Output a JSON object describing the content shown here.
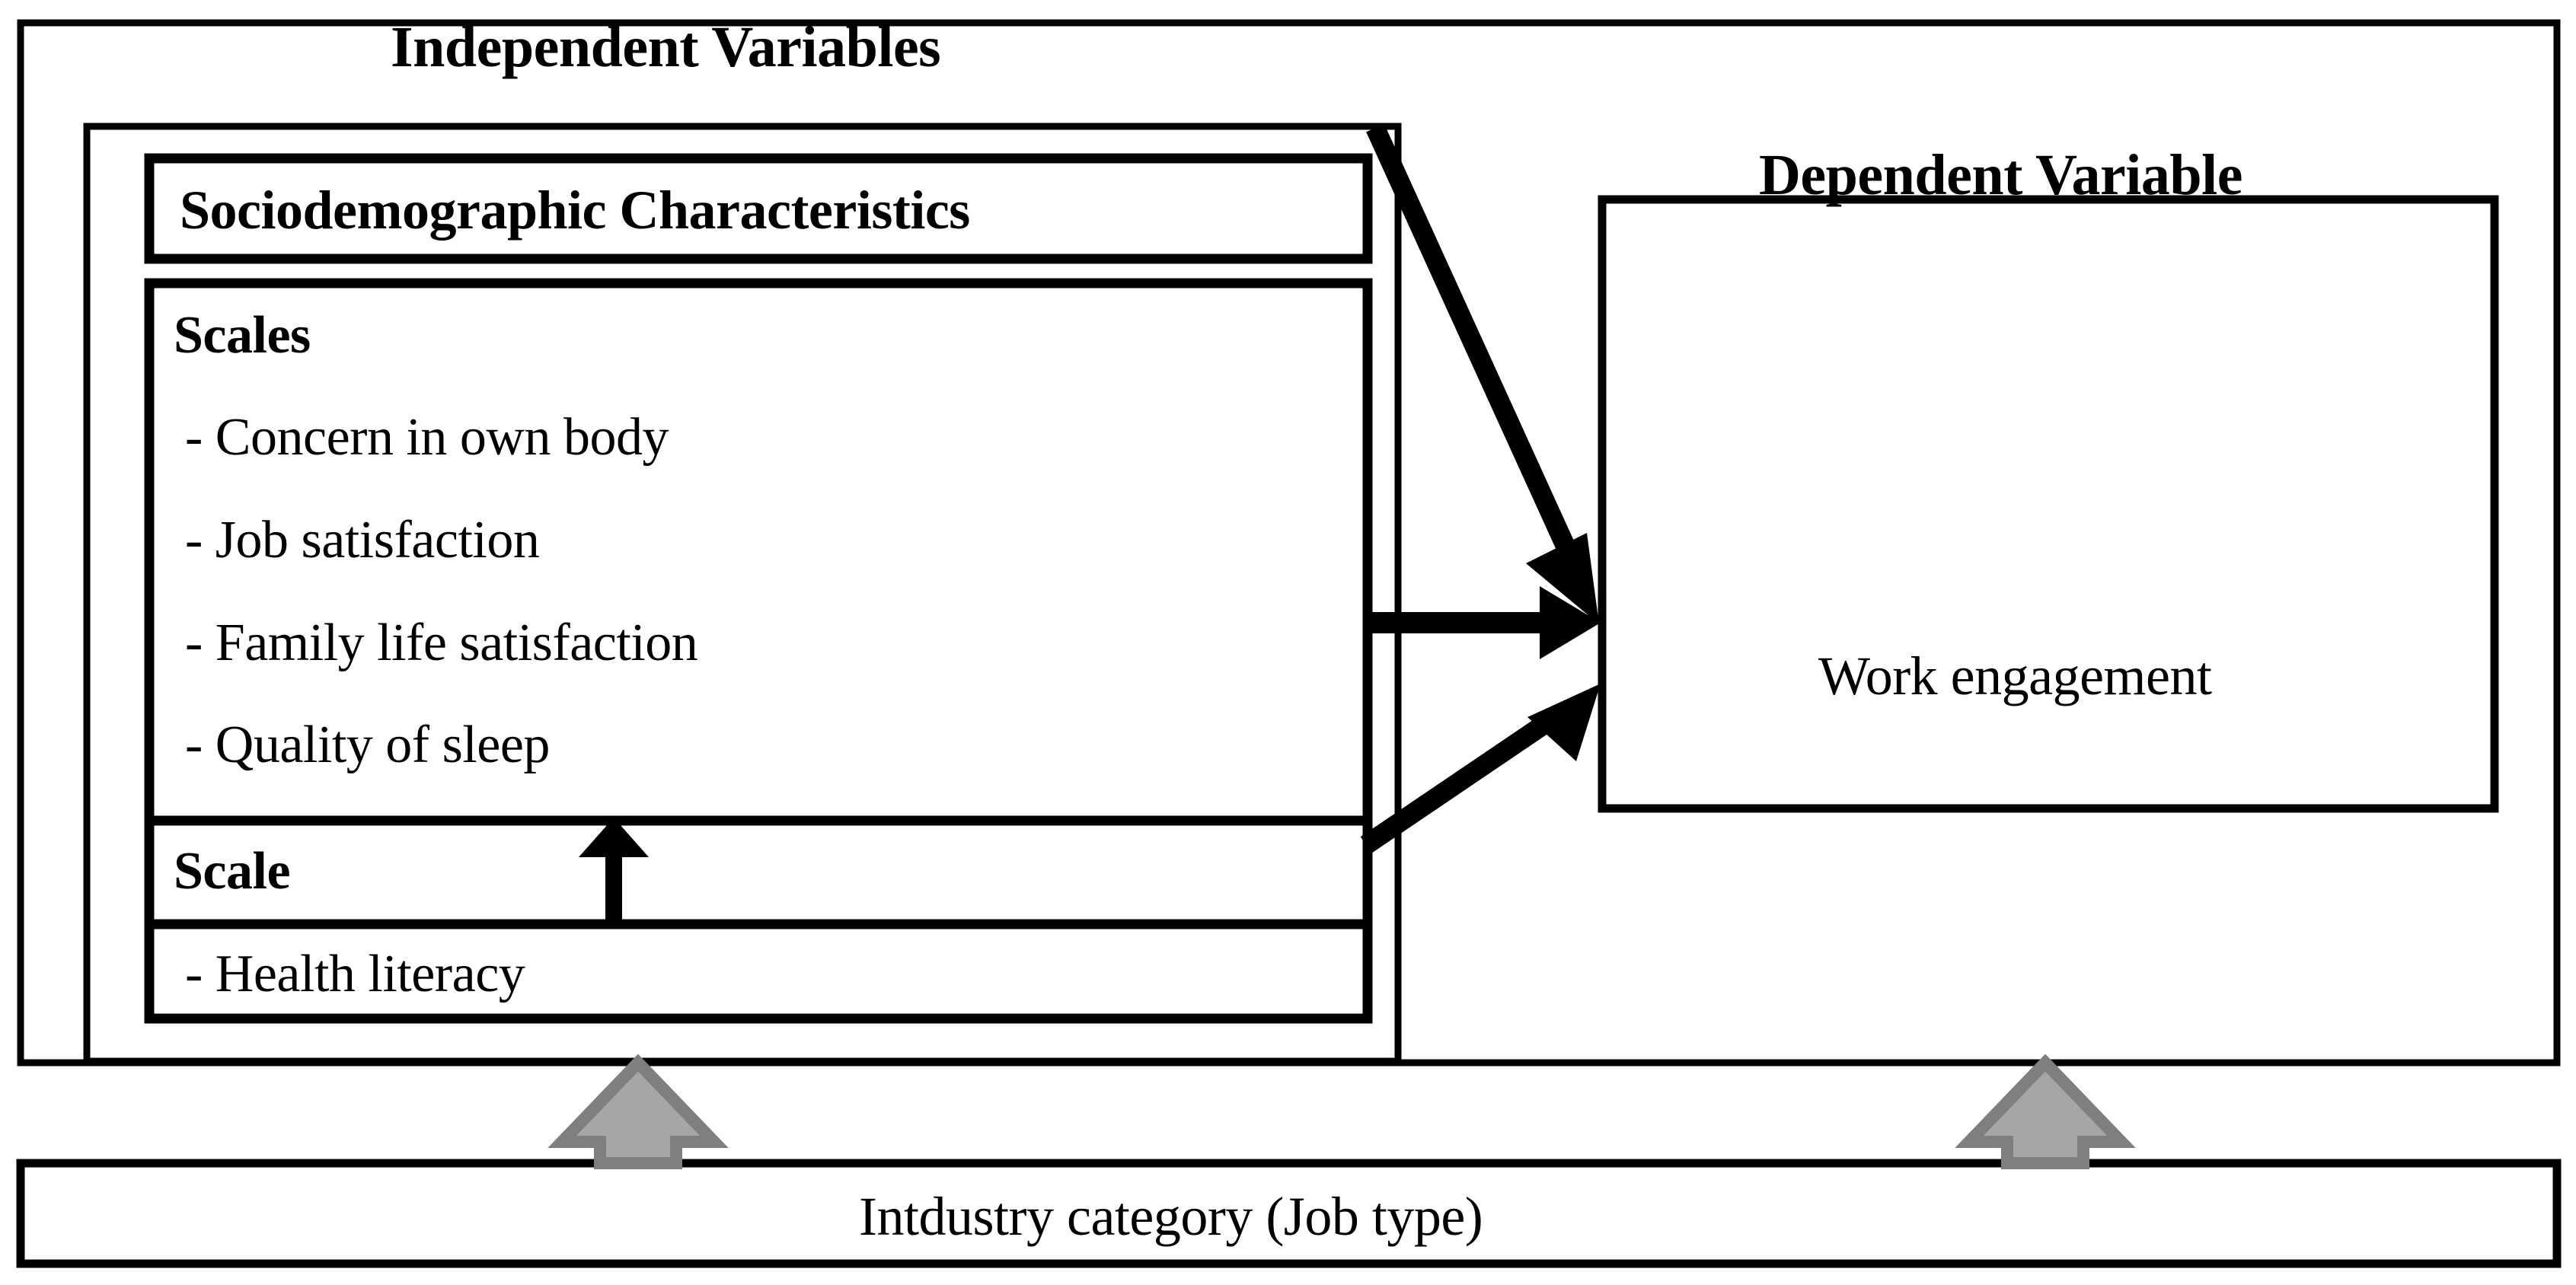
{
  "diagram": {
    "type": "conceptual-framework",
    "independent": {
      "title": "Independent Variables",
      "sociodemographic": {
        "label": "Sociodemographic Characteristics"
      },
      "scales_group": {
        "heading": "Scales",
        "items": [
          "- Concern in own body",
          "- Job satisfaction",
          "- Family life satisfaction",
          "- Quality of sleep"
        ]
      },
      "scale_group": {
        "heading": "Scale",
        "items": [
          "- Health literacy"
        ]
      }
    },
    "dependent": {
      "title": "Dependent Variable",
      "box_label": "Work engagement"
    },
    "moderator": {
      "label": "Intdustry category (Job type)"
    },
    "arrows": [
      {
        "name": "sociodemographic-to-work-engagement",
        "from": "Sociodemographic Characteristics",
        "to": "Work engagement",
        "style": "solid-black-diagonal-down"
      },
      {
        "name": "scales-to-work-engagement",
        "from": "Scales",
        "to": "Work engagement",
        "style": "solid-black-horizontal"
      },
      {
        "name": "health-literacy-to-work-engagement",
        "from": "- Health literacy",
        "to": "Work engagement",
        "style": "solid-black-diagonal-up"
      },
      {
        "name": "health-literacy-to-scales",
        "from": "- Health literacy",
        "to": "Scales",
        "style": "solid-black-vertical-up"
      },
      {
        "name": "industry-to-independent-variables",
        "from": "Intdustry category (Job type)",
        "to": "Independent Variables",
        "style": "block-gray-up"
      },
      {
        "name": "industry-to-dependent-variable",
        "from": "Intdustry category (Job type)",
        "to": "Dependent Variable",
        "style": "block-gray-up"
      }
    ],
    "colors": {
      "line": "#000000",
      "background": "#ffffff",
      "block_arrow_fill": "#a6a6a6",
      "block_arrow_stroke": "#7f7f7f"
    }
  }
}
